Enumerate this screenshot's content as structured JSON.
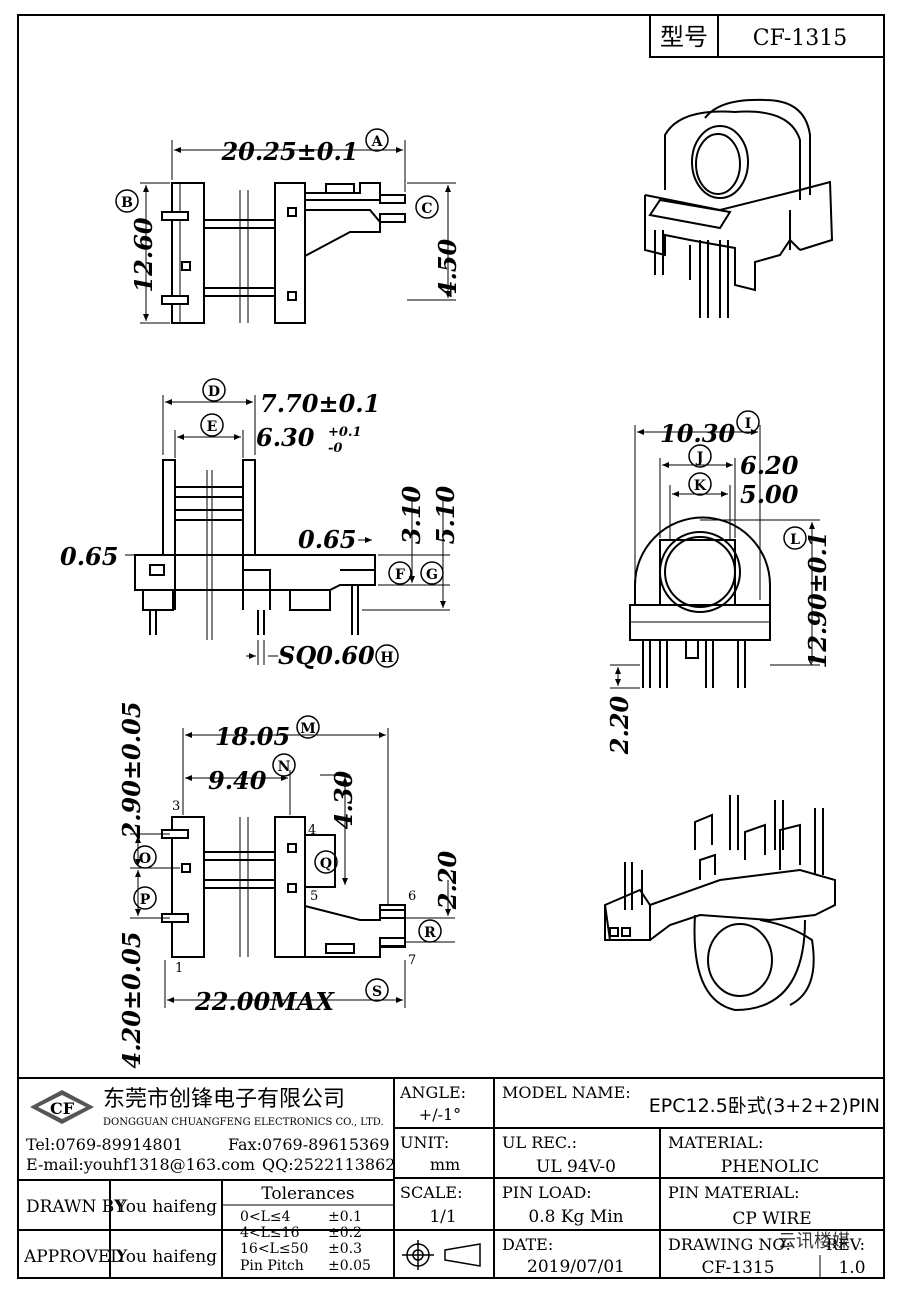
{
  "header": {
    "model_label": "型号",
    "model_value": "CF-1315"
  },
  "views": {
    "top": {
      "width_dim": "20.25±0.1",
      "width_letter": "A",
      "height_dim": "12.60",
      "height_letter": "B",
      "right_dim": "4.50",
      "right_letter": "C"
    },
    "side": {
      "d_dim": "7.70±0.1",
      "d_letter": "D",
      "e_dim": "6.30",
      "e_tol_upper": "+0.1",
      "e_tol_lower": "-0",
      "e_letter": "E",
      "left_dim": "0.65",
      "right_dim": "0.65",
      "f_dim": "3.10",
      "f_letter": "F",
      "g_dim": "5.10",
      "g_letter": "G",
      "pin_dim": "SQ0.60",
      "pin_letter": "H"
    },
    "front": {
      "i_dim": "10.30",
      "i_letter": "I",
      "j_dim": "6.20",
      "j_letter": "J",
      "k_dim": "5.00",
      "k_letter": "K",
      "l_dim": "12.90±0.1",
      "l_letter": "L",
      "pin_len_dim": "2.20"
    },
    "bottom": {
      "m_dim": "18.05",
      "m_letter": "M",
      "n_dim": "9.40",
      "n_letter": "N",
      "q_dim": "4.30",
      "q_letter": "Q",
      "r_dim": "2.20",
      "r_letter": "R",
      "s_dim": "22.00MAX",
      "s_letter": "S",
      "o_dim": "2.90±0.05",
      "o_letter": "O",
      "p_dim": "4.20±0.05",
      "p_letter": "P",
      "pins": [
        "1",
        "3",
        "4",
        "5",
        "6",
        "7"
      ]
    }
  },
  "title_block": {
    "company_cn": "东莞市创锋电子有限公司",
    "company_en": "DONGGUAN CHUANGFENG ELECTRONICS CO., LTD.",
    "logo": "CF",
    "tel": "Tel:0769-89914801",
    "fax": "Fax:0769-89615369",
    "email": "E-mail:youhf1318@163.com",
    "qq": "QQ:2522113862",
    "angle_label": "ANGLE:",
    "angle_value": "+/-1°",
    "unit_label": "UNIT:",
    "unit_value": "mm",
    "scale_label": "SCALE:",
    "scale_value": "1/1",
    "model_name_label": "MODEL NAME:",
    "model_name_value": "EPC12.5卧式(3+2+2)PIN",
    "ul_label": "UL REC.:",
    "ul_value": "UL 94V-0",
    "material_label": "MATERIAL:",
    "material_value": "PHENOLIC",
    "pin_load_label": "PIN LOAD:",
    "pin_load_value": "0.8 Kg Min",
    "pin_material_label": "PIN MATERIAL:",
    "pin_material_value": "CP WIRE",
    "date_label": "DATE:",
    "date_value": "2019/07/01",
    "drawing_no_label": "DRAWING NO:",
    "drawing_no_value": "CF-1315",
    "rev_label": "REV:",
    "rev_value": "1.0",
    "drawn_by_label": "DRAWN BY",
    "drawn_by_value": "You haifeng",
    "approved_label": "APPROVED",
    "approved_value": "You haifeng",
    "tolerances_title": "Tolerances",
    "tolerances": [
      {
        "range": "0<L≤4",
        "tol": "±0.1"
      },
      {
        "range": "4<L≤16",
        "tol": "±0.2"
      },
      {
        "range": "16<L≤50",
        "tol": "±0.3"
      },
      {
        "range": "Pin Pitch",
        "tol": "±0.05"
      }
    ],
    "watermark": "云讯楼媒"
  }
}
